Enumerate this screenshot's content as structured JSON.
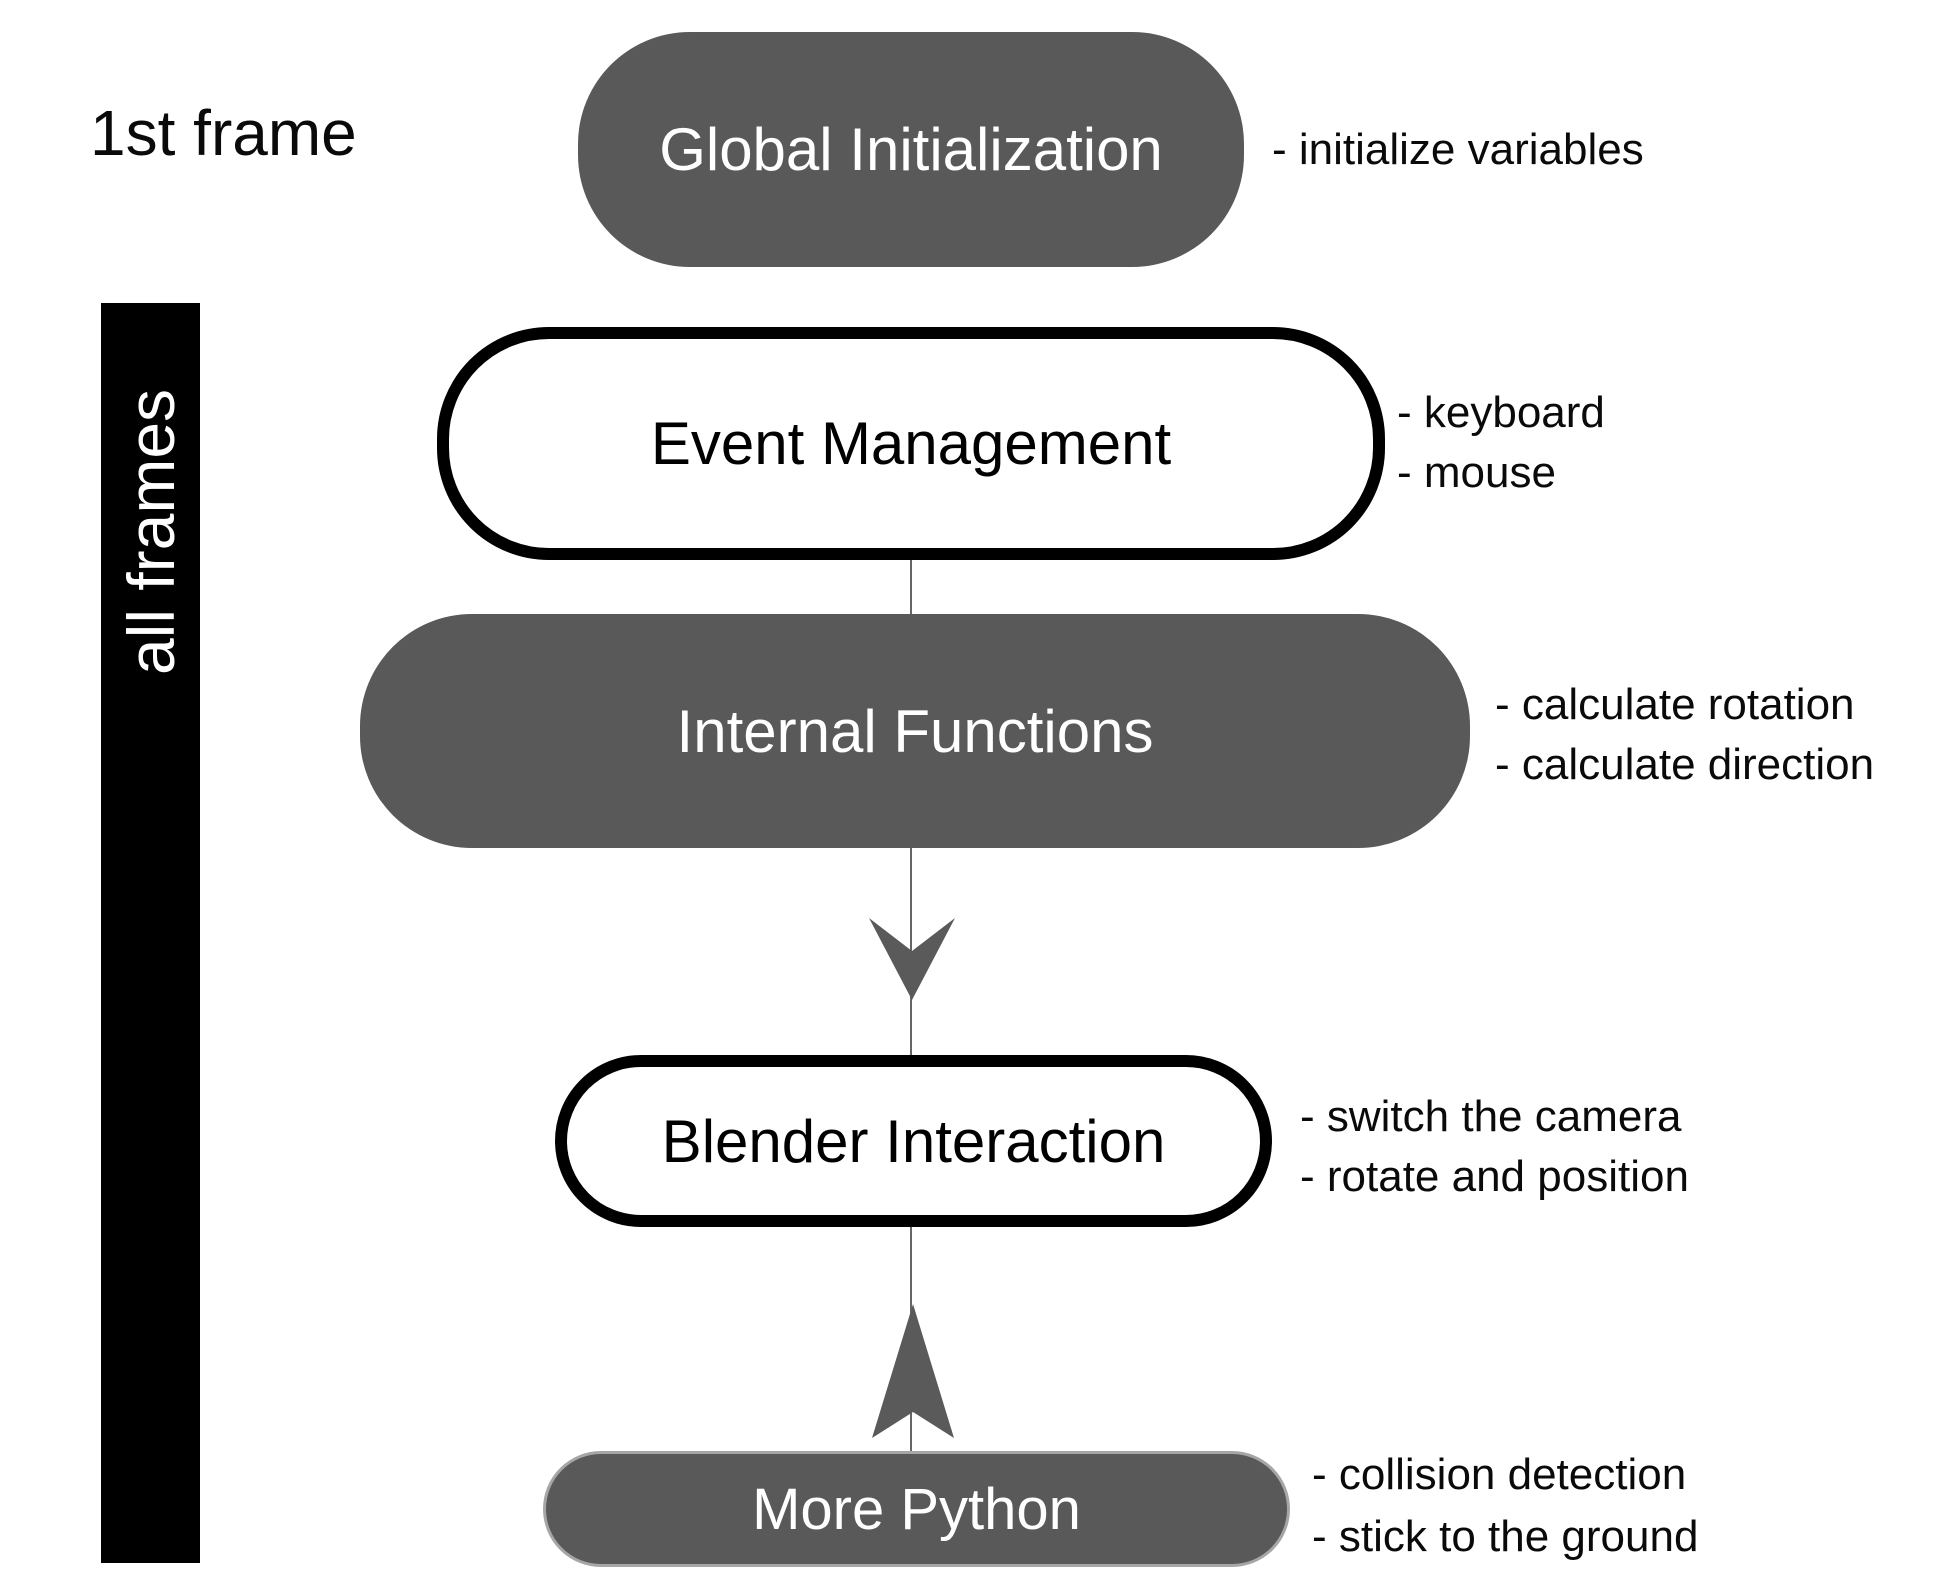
{
  "page": {
    "first_frame_label": "1st frame",
    "all_frames_label": "all frames",
    "background": "#ffffff"
  },
  "colors": {
    "node_gray": "#595959",
    "sidebar_black": "#000000",
    "outline_black": "#000000",
    "arrow_gray": "#5a5a5a",
    "connector_gray": "#666666",
    "text_white": "#ffffff",
    "text_black": "#0a0a0a"
  },
  "nodes": [
    {
      "id": "global-initialization",
      "label": "Global Initialization",
      "style": "gray-filled",
      "notes": [
        "- initialize variables"
      ]
    },
    {
      "id": "event-management",
      "label": "Event Management",
      "style": "black-outlined",
      "notes": [
        "- keyboard",
        "- mouse"
      ]
    },
    {
      "id": "internal-functions",
      "label": "Internal Functions",
      "style": "gray-filled",
      "notes": [
        "- calculate rotation",
        "- calculate direction"
      ]
    },
    {
      "id": "blender-interaction",
      "label": "Blender Interaction",
      "style": "black-outlined",
      "notes": [
        "- switch the camera",
        "- rotate and position"
      ]
    },
    {
      "id": "more-python",
      "label": "More Python",
      "style": "gray-filled",
      "notes": [
        "- collision detection",
        "- stick to the ground"
      ]
    }
  ],
  "arrows": [
    {
      "id": "down-arrow",
      "direction": "down",
      "from": "internal-functions",
      "to": "blender-interaction"
    },
    {
      "id": "up-arrow",
      "direction": "up",
      "from": "more-python",
      "to": "blender-interaction"
    }
  ]
}
